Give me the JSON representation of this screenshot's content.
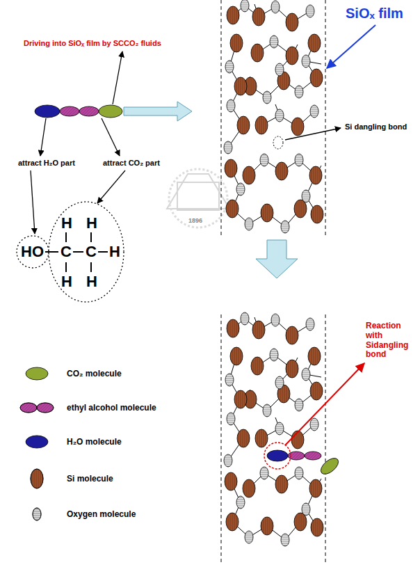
{
  "diagram": {
    "labels": [
      "Driving into SiOₓ film by SCCO₂ fluids",
      "SiOₓ film",
      "Si dangling bond",
      "attract H₂O part",
      "attract CO₂ part",
      "H",
      "H",
      "HO",
      "C",
      "C",
      "H",
      "H",
      "H",
      "Reaction with Sidangling bond",
      "1896"
    ],
    "legend": [
      {
        "text": "CO₂ molecule",
        "color": "#8fa832"
      },
      {
        "text": "ethyl alcohol molecule",
        "color": "#c04aa8"
      },
      {
        "text": "H₂O molecule",
        "color": "#1c1c9c"
      },
      {
        "text": "Si molecule",
        "color": "#a0522d"
      },
      {
        "text": "Oxygen molecule",
        "color": "#e0e0e0"
      }
    ]
  }
}
